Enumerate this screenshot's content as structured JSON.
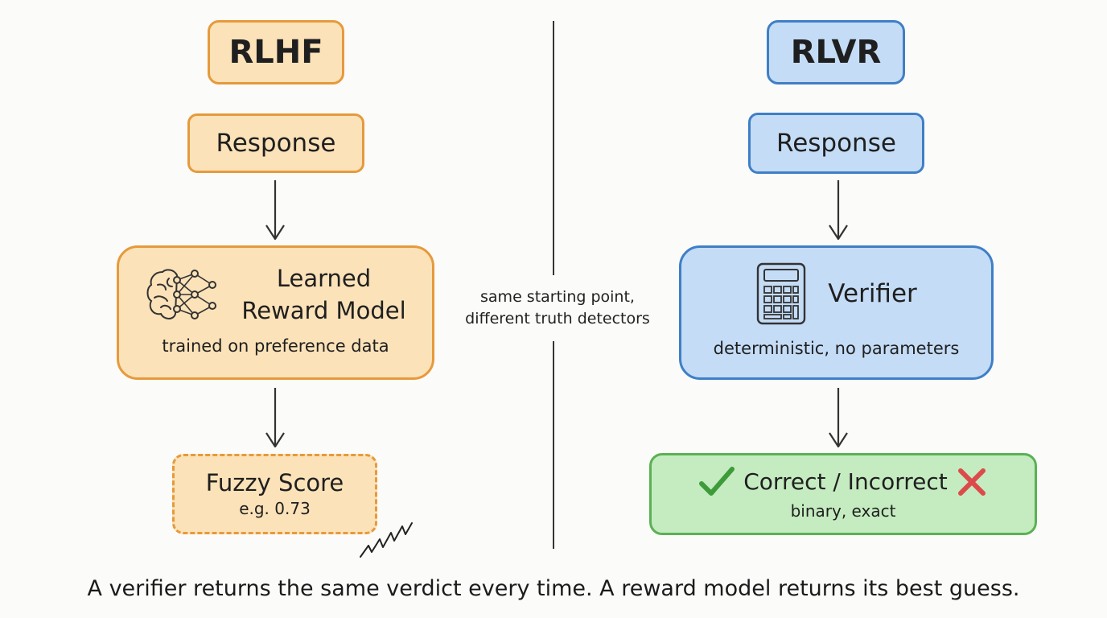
{
  "left": {
    "title": "RLHF",
    "response": "Response",
    "model": {
      "line1": "Learned",
      "line2": "Reward Model",
      "sub": "trained on preference data",
      "icon": "brain-network-icon"
    },
    "output": {
      "main": "Fuzzy Score",
      "sub": "e.g. 0.73"
    }
  },
  "right": {
    "title": "RLVR",
    "response": "Response",
    "verifier": {
      "label": "Verifier",
      "sub": "deterministic, no parameters",
      "icon": "calculator-icon"
    },
    "output": {
      "main": "Correct / Incorrect",
      "sub": "binary, exact",
      "check_icon": "check-icon",
      "cross_icon": "cross-icon"
    }
  },
  "center_note": {
    "line1": "same starting point,",
    "line2": "different truth detectors"
  },
  "caption": "A verifier returns the same verdict every time. A reward model returns its best guess.",
  "colors": {
    "orange_fill": "#fbe2b8",
    "orange_border": "#e69a3c",
    "blue_fill": "#c4dcf6",
    "blue_border": "#3f7fc6",
    "green_fill": "#c5ecc0",
    "green_border": "#5bb154",
    "check": "#3e9b3a",
    "cross": "#dc4b4b"
  }
}
